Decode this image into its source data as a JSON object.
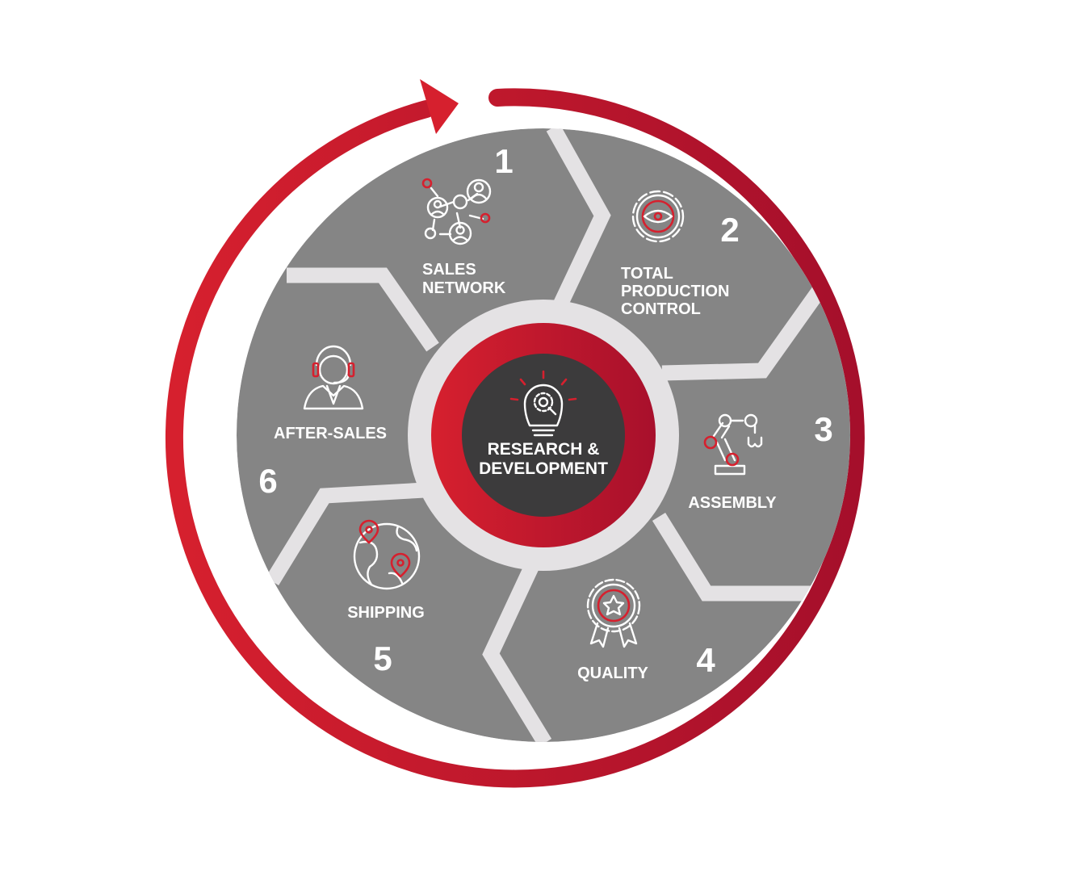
{
  "colors": {
    "ring_red": "#d6202e",
    "ring_red_dark": "#a50f2b",
    "segment_gray": "#858585",
    "gap_gray": "#e4e2e4",
    "hub_dark": "#3c3b3c",
    "text_white": "#ffffff"
  },
  "center": {
    "line1": "RESEARCH &",
    "line2": "DEVELOPMENT",
    "icon": "lightbulb-gear-icon"
  },
  "steps": [
    {
      "number": "1",
      "lines": [
        "SALES",
        "NETWORK"
      ],
      "icon": "network-people-icon"
    },
    {
      "number": "2",
      "lines": [
        "TOTAL",
        "PRODUCTION",
        "CONTROL"
      ],
      "icon": "gear-eye-icon"
    },
    {
      "number": "3",
      "lines": [
        "ASSEMBLY"
      ],
      "icon": "robot-arm-icon"
    },
    {
      "number": "4",
      "lines": [
        "QUALITY"
      ],
      "icon": "award-badge-icon"
    },
    {
      "number": "5",
      "lines": [
        "SHIPPING"
      ],
      "icon": "globe-pins-icon"
    },
    {
      "number": "6",
      "lines": [
        "AFTER-SALES"
      ],
      "icon": "headset-agent-icon"
    }
  ]
}
